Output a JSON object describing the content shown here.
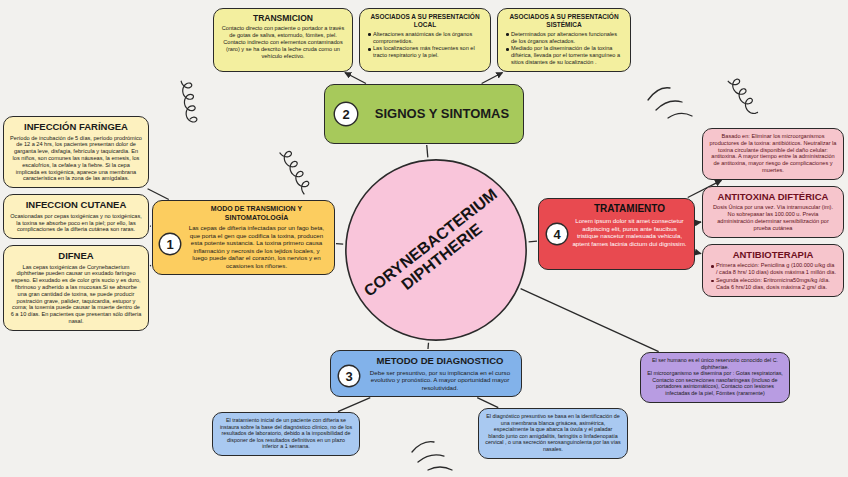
{
  "diagram": {
    "nodes": [
      {
        "text": [
          "TRANSMICION",
          "Contacto directo con paciente o portador a través de gotas de saliva, estornudo, fómites, piel. Contacto indirecto con elementos contaminados (raro) y se ha descrito la leche cruda como un vehículo efectivo."
        ]
      },
      {
        "text": [
          "ASOCIADOS A SU PRESENTACIÓN LOCAL",
          "Alteraciones anatómicas de los órganos comprometidos.",
          "Las localizaciones más frecuentes son el tracto respiratorio y la piel."
        ]
      },
      {
        "text": [
          "ASOCIADOS A SU PRESENTACIÓN SISTÉMICA",
          "Determinados por alteraciones funcionales de los órganos afectados.",
          "Mediado por la diseminación de la toxina diftérica, llevada por el torrente sanguíneo a sitios distantes de su localización ."
        ]
      },
      {
        "text": [
          "SIGNOS Y SINTOMAS"
        ]
      },
      {
        "text": [
          "2"
        ],
        "in": 3
      },
      {
        "text": [
          "INFECCIÓN FARÍNGEA",
          "Período de incubación de 5 días, período prodrómico de 12 a 24 hrs, los pacientes presentan dolor de garganta leve, disfagia, febrícula y taquicardia. En los niños, son comunes las náuseas, la emesis, los escalofríos, la cefalea y la fiebre. Si la cepa implicada es toxigénica, aparece una membrana característica en la zona de las amígdalas."
        ]
      },
      {
        "text": [
          "Basado en: Eliminar los microorganismos productores de la toxina: antibióticos. Neutralizar la toxina circulante disponible del daño celular: antitoxina. A mayor tiempo entre la administración de antitoxina, mayor riesgo de complicaciones y muertes."
        ]
      },
      {
        "text": [
          "CORYNEBACTERIUM DIPHTHERIE"
        ]
      },
      {
        "text": [
          "MODO DE TRANSMICION Y SINTOMATOLOGÍA",
          "Las cepas de difteria infectadas por un fago beta, que porta el gen que codifica la toxina, producen esta potente sustancia. La toxina primero causa inflamación y necrosis de los tejidos locales, y luego puede dañar el corazón, los nervios y en ocasiones los riñones."
        ]
      },
      {
        "text": [
          "1"
        ],
        "in": 8
      },
      {
        "text": [
          "TRATAMIENTO",
          "Lorem ipsum dolor sit amet consectetur adipiscing elit, purus ante faucibus tristique nascetur malesuada vehicula, aptent fames lacinia dictum dui dignissim."
        ]
      },
      {
        "text": [
          "4"
        ],
        "in": 10
      },
      {
        "text": [
          "INFECCION CUTANEA",
          "Ocasionadas por cepas toxigénicas y no toxigénicas, la toxina se absorbe poco en la piel; por ello, las complicaciones de la difteria cutánea son raras."
        ]
      },
      {
        "text": [
          "ANTITOXINA DIFTÉRICA",
          "Dosis Única por una vez. Vía intramuscular (im). No sobrepasar las 100.000 u. Previa administración determinar sensibilización por prueba cutánea"
        ]
      },
      {
        "text": [
          "DIFNEA",
          "Las cepas toxigénicas de Corynebacterium diphtheriae pueden causar un exudado faríngeo espeso. El exudado es de color gris sucio y es duro, fibrinoso y adherido a las mucosas.Si se absorbe una gran cantidad de toxina, se puede producir postración grave, palidez, taquicardia, estupor y coma; la toxemia puede causar la muerte dentro de 6 a 10 días. En pacientes que presentan sólo difteria nasal."
        ]
      },
      {
        "text": [
          "ANTIBIOTERAPIA",
          "Primera elección: Penicilina g (100.000 u/kg día / cada 8 hrs/ 10 días) dosis máxima 1 millón día.",
          "Segunda elección: Eritromicina50mgs/kg /día. Cada 6 hrs/10 días, dosis máxima 2 grs/ día."
        ]
      },
      {
        "text": [
          "METODO DE DIAGNOSTICO",
          "Debe ser presuntivo, por su implicancia en el curso evolutivo y pronóstico. A mayor oportunidad mayor resolutividad."
        ]
      },
      {
        "text": [
          "3"
        ],
        "in": 16
      },
      {
        "text": [
          "El ser humano es el único reservorio conocido del C. diphtheriae.",
          "El microorganismo se disemina por : Gotas respiratorias, Contacto con secreciones nasofaríngeas (incluso de portadores asintomáticos), Contacto con lesiones infectadas de la piel, Fómites (raramente)"
        ]
      },
      {
        "text": [
          "El tratamiento inicial de un paciente con difteria se instaura sobre la base del diagnóstico clínico, no de los resultados de laboratorio, debido a la imposibilidad de disponer de los resultados definitivos en un plazo inferior a 1 semana."
        ]
      },
      {
        "text": [
          "El diagnóstico presuntivo se basa en la identificación de una membrana blanca grisácea, asimétrica, especialmente la que abarca la úvula y el paladar blando junto con amigdalitis, faringitis o linfadenopatía cervical , o una secreción serosanguinolenta por las vías nasales."
        ]
      }
    ],
    "edges": [
      {
        "from": 7,
        "to": 3,
        "arrow": "none"
      },
      {
        "from": 7,
        "to": 8,
        "arrow": "none"
      },
      {
        "from": 7,
        "to": 10,
        "arrow": "none"
      },
      {
        "from": 7,
        "to": 16,
        "arrow": "none"
      },
      {
        "from": 7,
        "to": 18,
        "arrow": "none"
      },
      {
        "from": 3,
        "to": 0,
        "arrow": "to"
      },
      {
        "from": 3,
        "to": 2,
        "arrow": "to"
      },
      {
        "from": 8,
        "to": 5,
        "arrow": "none"
      },
      {
        "from": 8,
        "to": 12,
        "arrow": "none"
      },
      {
        "from": 8,
        "to": 14,
        "arrow": "none"
      },
      {
        "from": 10,
        "to": 6,
        "arrow": "to"
      },
      {
        "from": 10,
        "to": 13,
        "arrow": "to"
      },
      {
        "from": 10,
        "to": 15,
        "arrow": "to"
      },
      {
        "from": 16,
        "to": 19,
        "arrow": "none"
      },
      {
        "from": 16,
        "to": 20,
        "arrow": "none"
      }
    ]
  }
}
